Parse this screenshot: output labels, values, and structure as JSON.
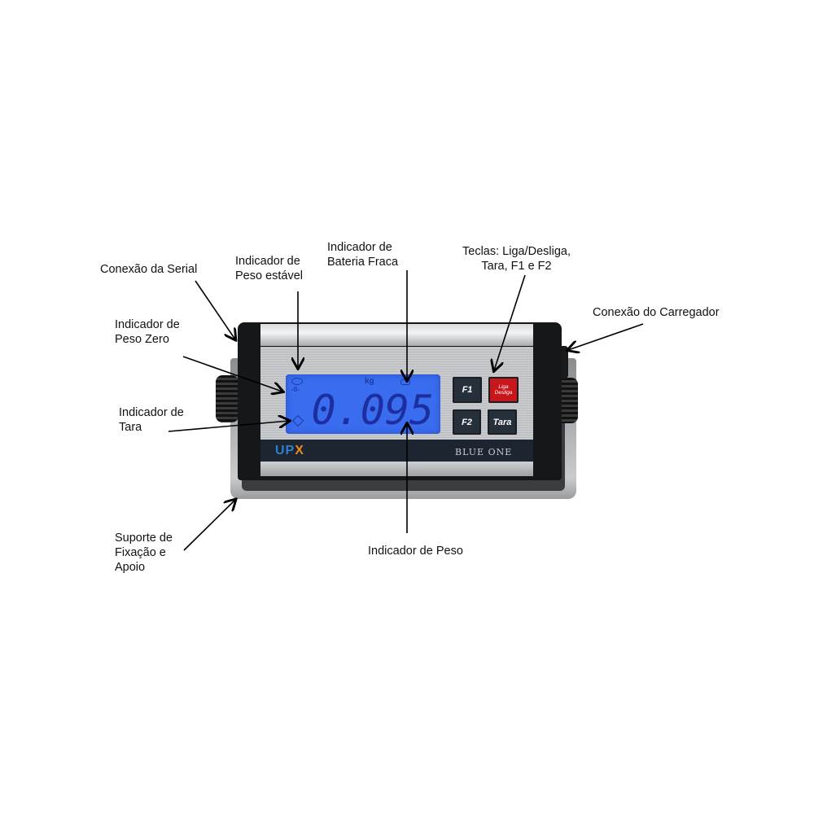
{
  "labels": {
    "serial": "Conexão da Serial",
    "stable": "Indicador de\nPeso estável",
    "battery": "Indicador de\nBateria Fraca",
    "keys": "Teclas: Liga/Desliga,\nTara, F1 e F2",
    "charger": "Conexão do Carregador",
    "zero": "Indicador de\nPeso Zero",
    "tare": "Indicador de\nTara",
    "support": "Suporte de\nFixação e\nApoio",
    "weight": "Indicador de Peso"
  },
  "device": {
    "display_value": "0.095",
    "unit": "kg",
    "zero_symbol": "-0-",
    "brand": "UPX",
    "model": "BLUE ONE",
    "buttons": {
      "f1": "F1",
      "f2": "F2",
      "power": "Liga\nDesliga",
      "tare": "Tara"
    }
  },
  "colors": {
    "display": "#3a6cf0",
    "power_button": "#c8161d",
    "brand_orange": "#f08a1e",
    "brand_blue": "#2a7fd0"
  }
}
